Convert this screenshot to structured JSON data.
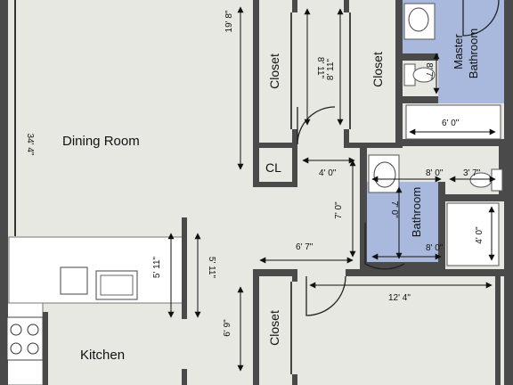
{
  "rooms": {
    "dining_room": "Dining Room",
    "closet_1": "Closet",
    "closet_2": "Closet",
    "closet_3": "Closet",
    "cl": "CL",
    "master_bathroom_line1": "Master",
    "master_bathroom_line2": "Bathroom",
    "bathroom": "Bathroom",
    "kitchen": "Kitchen"
  },
  "dimensions": {
    "dining_width": "34' 4\"",
    "dining_height": "19' 8\"",
    "closet1_height": "8' 11\"",
    "closet2_height": "8' 11\"",
    "master_bath_height": "8' 7\"",
    "master_bath_width": "6' 0\"",
    "hall_width": "4' 0\"",
    "hall_height": "7' 0\"",
    "bath_width_top": "8' 0\"",
    "bath_small_width": "3' 7\"",
    "bath_height": "7' 0\"",
    "bath_small_height": "4' 0\"",
    "bath_width_bottom": "8' 0\"",
    "hall_lower_width": "6' 7\"",
    "kitchen_left_height": "5' 11\"",
    "kitchen_right_height": "5' 11\"",
    "closet3_height": "6' 9\"",
    "bedroom_width": "12' 4\""
  },
  "colors": {
    "floor": "#e6e8e1",
    "bathroom": "#a9b9dd",
    "wall": "#4a4a4a",
    "counter": "#ffffff"
  }
}
